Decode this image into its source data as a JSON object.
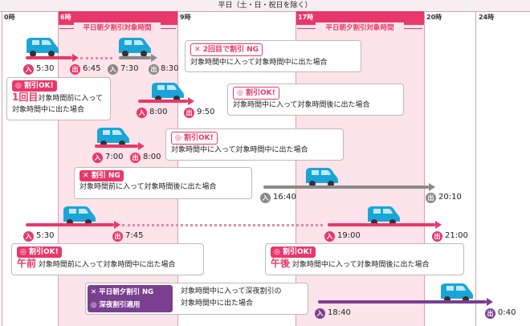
{
  "header": {
    "title": "平日（土・日・祝日を除く）"
  },
  "hours": [
    "0時",
    "6時",
    "9時",
    "17時",
    "20時",
    "24時"
  ],
  "zone_label": "平日朝夕割引対象時間",
  "rows": {
    "r1": {
      "in": "5:30",
      "out": "6:45",
      "tag": "割引OK!",
      "big": "1回目",
      "desc1": "対象時間前に入って",
      "desc2": "対象時間中に出た場合"
    },
    "r2": {
      "in": "7:30",
      "out": "8:30",
      "tag": "2回目で割引 NG",
      "desc": "対象時間中に入って対象時間中に出た場合"
    },
    "r3": {
      "in": "8:00",
      "out": "9:50",
      "tag": "割引OK!",
      "desc": "対象時間中に入って対象時間後に出た場合"
    },
    "r4": {
      "in": "7:00",
      "out": "8:00",
      "tag": "割引OK!",
      "desc": "対象時間中に入って対象時間中に出た場合"
    },
    "r5": {
      "in": "16:40",
      "out": "20:10",
      "tag": "割引 NG",
      "desc": "対象時間前に入って対象時間後に出た場合"
    },
    "r6": {
      "in_am": "5:30",
      "out_am": "7:45",
      "in_pm": "19:00",
      "out_pm": "21:00",
      "tag_am": "割引OK!",
      "big_am": "午前",
      "desc_am": "対象時間前に入って対象時間中に出た場合",
      "tag_pm": "割引OK!",
      "big_pm": "午後",
      "desc_pm": "対象時間中に入って対象時間後に出た場合"
    },
    "r7": {
      "in": "18:40",
      "out": "0:40",
      "tag1": "平日朝夕割引 NG",
      "tag2": "深夜割引適用",
      "desc1": "対象時間中に入って深夜割引の",
      "desc2": "対象時間中に出た場合"
    }
  },
  "glyphs": {
    "in": "入",
    "out": "出",
    "ng": "✕",
    "ok": "◎"
  },
  "colors": {
    "accent": "#e8386b",
    "band": "#fde3ea",
    "gray": "#8a8a8a",
    "purple": "#7a3f8f",
    "car": "#1aa5d8"
  }
}
